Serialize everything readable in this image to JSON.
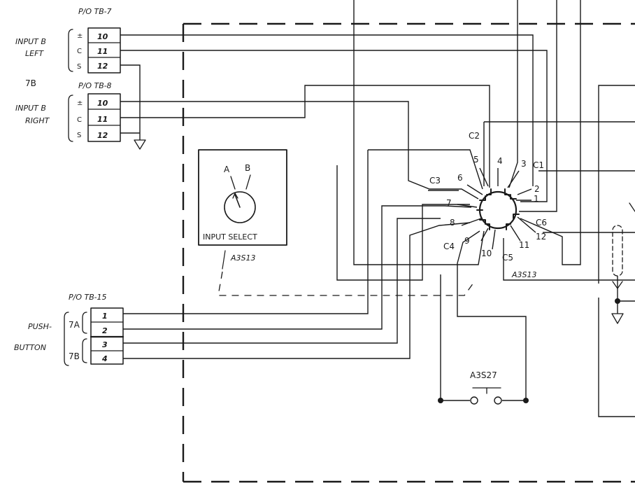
{
  "tb7": {
    "title": "P/O TB-7",
    "group_label": [
      "INPUT B",
      "LEFT"
    ],
    "pins": [
      {
        "sym": "±",
        "num": "10"
      },
      {
        "sym": "C",
        "num": "11"
      },
      {
        "sym": "S",
        "num": "12"
      }
    ]
  },
  "tb8": {
    "prefix": "7B",
    "title": "P/O TB-8",
    "group_label": [
      "INPUT B",
      "RIGHT"
    ],
    "pins": [
      {
        "sym": "±",
        "num": "10"
      },
      {
        "sym": "C",
        "num": "11"
      },
      {
        "sym": "S",
        "num": "12"
      }
    ]
  },
  "tb15": {
    "title": "P/O TB-15",
    "group_label": [
      "PUSH-",
      "BUTTON"
    ],
    "sub_labels": [
      "7A",
      "7B"
    ],
    "pins": [
      "1",
      "2",
      "3",
      "4"
    ]
  },
  "input_select": {
    "positions": [
      "A",
      "B"
    ],
    "label": "INPUT SELECT",
    "ref": "A3S13"
  },
  "rotary_switch": {
    "ref": "A3S13",
    "contacts": [
      "1",
      "2",
      "3",
      "4",
      "5",
      "6",
      "7",
      "8",
      "9",
      "10",
      "11",
      "12"
    ],
    "commons": [
      "C1",
      "C2",
      "C3",
      "C4",
      "C5",
      "C6"
    ]
  },
  "pushbutton": {
    "ref": "A3S27"
  }
}
